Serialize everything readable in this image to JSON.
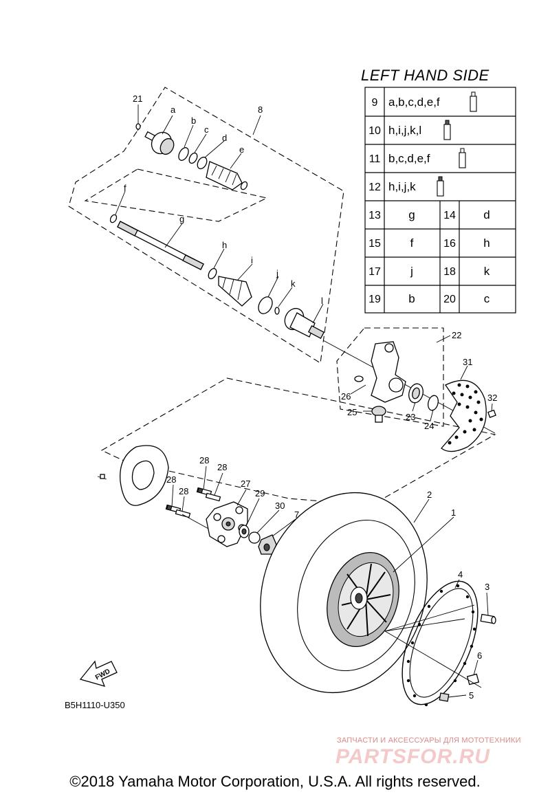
{
  "title": "LEFT HAND SIDE",
  "table": {
    "lube_rows": [
      {
        "no": "9",
        "parts": "a,b,c,d,e,f"
      },
      {
        "no": "10",
        "parts": "h,i,j,k,l"
      },
      {
        "no": "11",
        "parts": "b,c,d,e,f"
      },
      {
        "no": "12",
        "parts": "h,i,j,k"
      }
    ],
    "pairs": [
      {
        "l_no": "13",
        "l_val": "g",
        "r_no": "14",
        "r_val": "d"
      },
      {
        "l_no": "15",
        "l_val": "f",
        "r_no": "16",
        "r_val": "h"
      },
      {
        "l_no": "17",
        "l_val": "j",
        "r_no": "18",
        "r_val": "k"
      },
      {
        "l_no": "19",
        "l_val": "b",
        "r_no": "20",
        "r_val": "c"
      }
    ]
  },
  "callouts": {
    "c21": "21",
    "ca": "a",
    "cb": "b",
    "cc": "c",
    "cd": "d",
    "ce": "e",
    "c8": "8",
    "cf": "f",
    "cg": "g",
    "ch": "h",
    "ci": "i",
    "cj": "j",
    "ck": "k",
    "cl": "l",
    "c22": "22",
    "c31": "31",
    "c26": "26",
    "c32": "32",
    "c25": "25",
    "c23": "23",
    "c24": "24",
    "c28a": "28",
    "c28b": "28",
    "c28c": "28",
    "c28d": "28",
    "c27": "27",
    "c29": "29",
    "c30": "30",
    "c7": "7",
    "c2": "2",
    "c1": "1",
    "c4": "4",
    "c3": "3",
    "c6": "6",
    "c5": "5"
  },
  "fwd_label": "FWD",
  "diagram_code": "B5H1110-U350",
  "copyright": "©2018 Yamaha Motor Corporation, U.S.A. All rights reserved.",
  "watermark": {
    "tagline": "ЗАПЧАСТИ И АКСЕССУАРЫ ДЛЯ МОТОТЕХНИКИ",
    "logo": "PARTSFOR.RU"
  }
}
